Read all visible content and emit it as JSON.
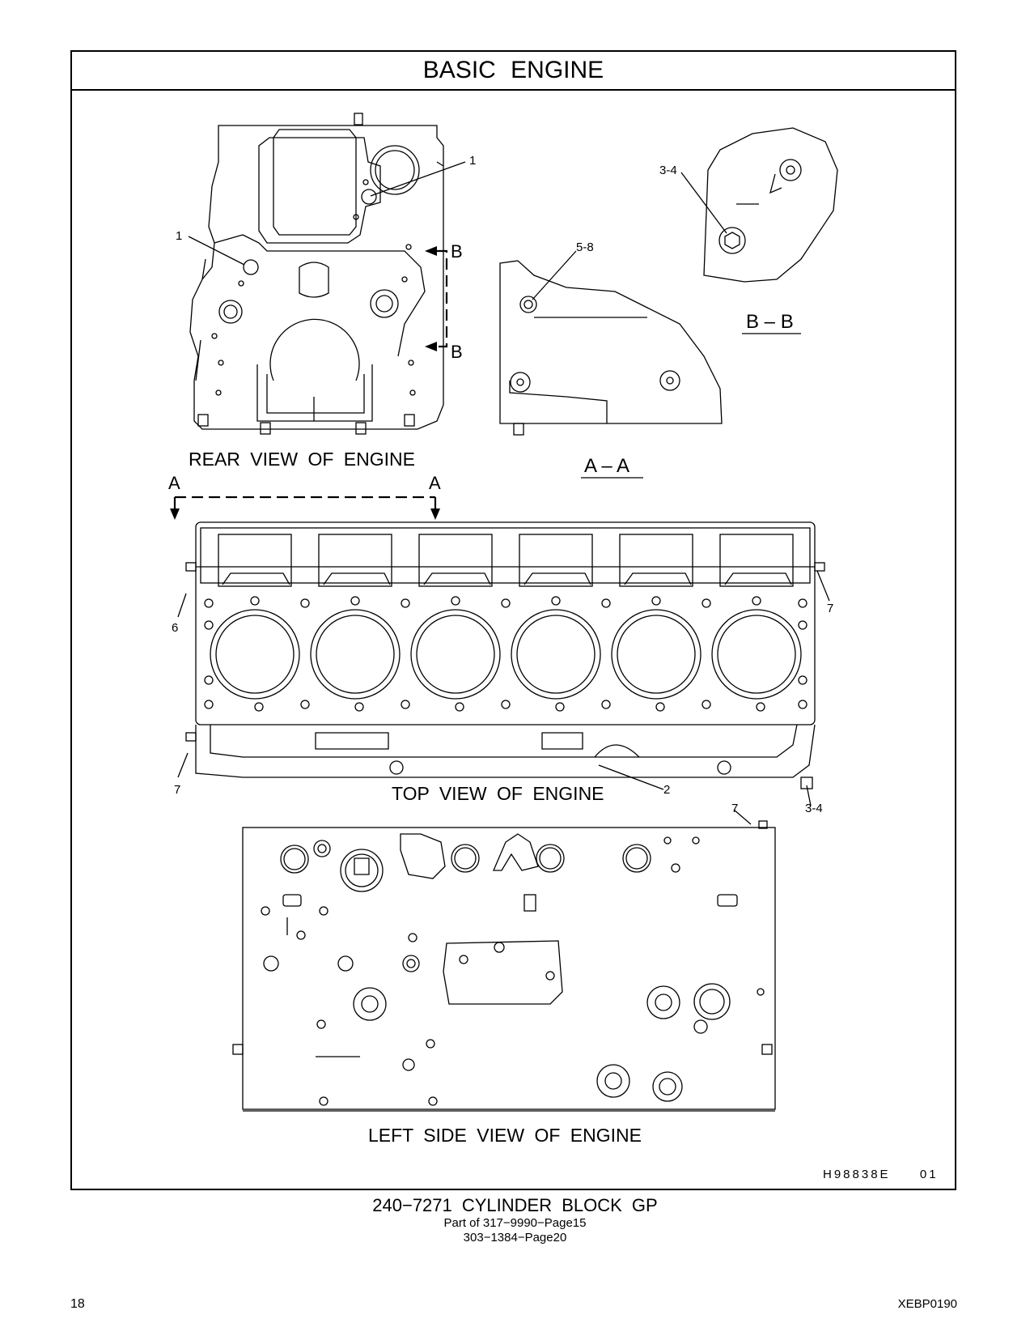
{
  "header": {
    "title": "BASIC ENGINE"
  },
  "views": {
    "rear": "REAR VIEW OF ENGINE",
    "section_aa": "A – A",
    "section_bb": "B – B",
    "top": "TOP VIEW OF ENGINE",
    "left_side": "LEFT SIDE VIEW OF ENGINE"
  },
  "section_marks": {
    "a": "A",
    "b": "B"
  },
  "callouts": {
    "c1": "1",
    "c2": "2",
    "c3_4": "3-4",
    "c5_8": "5-8",
    "c6": "6",
    "c7": "7"
  },
  "reference": {
    "code": "H98838E",
    "rev": "01"
  },
  "footer": {
    "title": "240−7271  CYLINDER BLOCK GP",
    "part_of": "Part of 317−9990−Page15",
    "also": "303−1384−Page20",
    "page_number": "18",
    "doc_code": "XEBP0190"
  }
}
